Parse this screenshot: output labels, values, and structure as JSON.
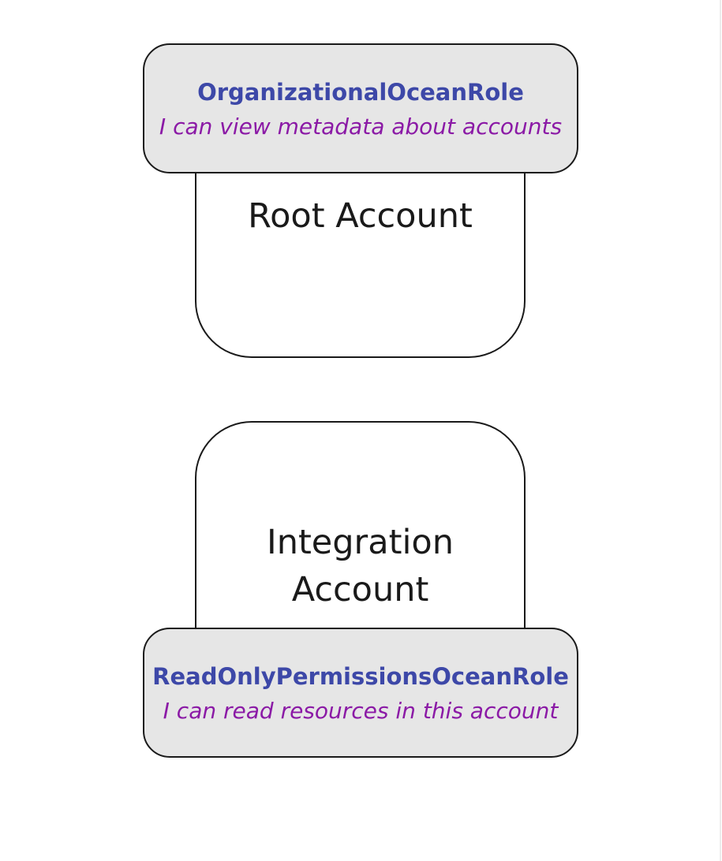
{
  "root_account": {
    "title": "Root Account",
    "role": {
      "name": "OrganizationalOceanRole",
      "description": "I can view metadata about accounts"
    }
  },
  "integration_account": {
    "title_line1": "Integration",
    "title_line2": "Account",
    "role": {
      "name": "ReadOnlyPermissionsOceanRole",
      "description": "I can read resources in this account"
    }
  },
  "colors": {
    "role_name": "#3d48a8",
    "role_description": "#8b1aa6",
    "role_fill": "#e6e6e6",
    "outline": "#1a1a1a"
  }
}
